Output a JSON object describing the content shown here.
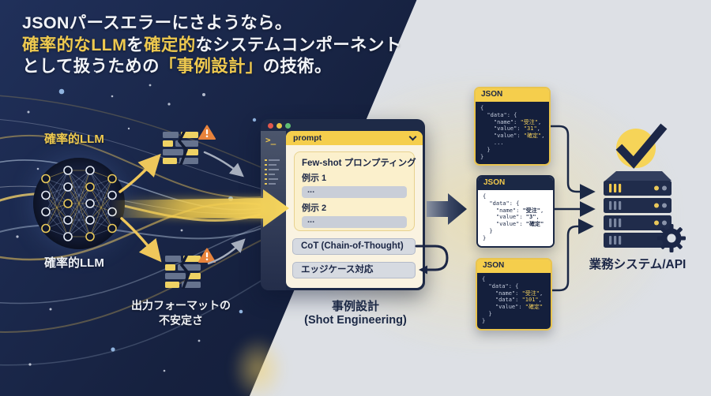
{
  "title": {
    "line1": "JSONパースエラーにさようなら。",
    "line2a": "確率的なLLM",
    "line2b": "を",
    "line2c": "確定的",
    "line2d": "なシステムコンポーネント",
    "line3a": "として扱うための",
    "line3b": "「事例設計」",
    "line3c": "の技術。"
  },
  "left": {
    "llm_label_top": "確率的LLM",
    "llm_label_bottom": "確率的LLM",
    "instability_line1": "出力フォーマットの",
    "instability_line2": "不安定さ"
  },
  "window": {
    "terminal_glyph": ">_",
    "titlebar_label": "prompt",
    "few_shot_heading": "Few-shot プロンプティング",
    "example1_label": "例示 1",
    "example1_value": "...",
    "example2_label": "例示 2",
    "example2_value": "...",
    "cot_label": "CoT (Chain-of-Thought)",
    "edge_case_label": "エッジケース対応"
  },
  "caption": {
    "line1": "事例設計",
    "line2": "(Shot Engineering)"
  },
  "json_blocks": [
    {
      "header": "JSON",
      "style": "dark",
      "lines": [
        "{",
        "  \"data\": {",
        "    \"name\": \"受注\",",
        "    \"value\": \"31\",",
        "    \"value\": \"確定\",",
        "    ...",
        "  }",
        "}"
      ]
    },
    {
      "header": "JSON",
      "style": "light",
      "lines": [
        "{",
        "  \"data\": {",
        "    \"name\": \"受注\",",
        "    \"value\": \"3\",",
        "    \"value\": \"確定\"",
        "  }",
        "}"
      ]
    },
    {
      "header": "JSON",
      "style": "dark",
      "lines": [
        "{",
        "  \"data\": {",
        "    \"name\": \"受注\",",
        "    \"data\": \"101\",",
        "    \"value\": \"確定\"",
        "  }",
        "}"
      ]
    }
  ],
  "right": {
    "system_label": "業務システム/API"
  },
  "icons": {
    "window_controls": [
      "close",
      "minimize",
      "maximize"
    ],
    "warning": "warning-triangle",
    "check": "check-mark",
    "server": "server-rack",
    "gear": "gear",
    "terminal": "terminal-prompt",
    "chevron": "chevron-down"
  },
  "colors": {
    "navy": "#1B2845",
    "yellow": "#F2C94C",
    "light_bg": "#DDE0E5",
    "orange": "#E8833C",
    "traffic_red": "#E2574C",
    "traffic_yellow": "#E8C547",
    "traffic_green": "#61BE73"
  }
}
